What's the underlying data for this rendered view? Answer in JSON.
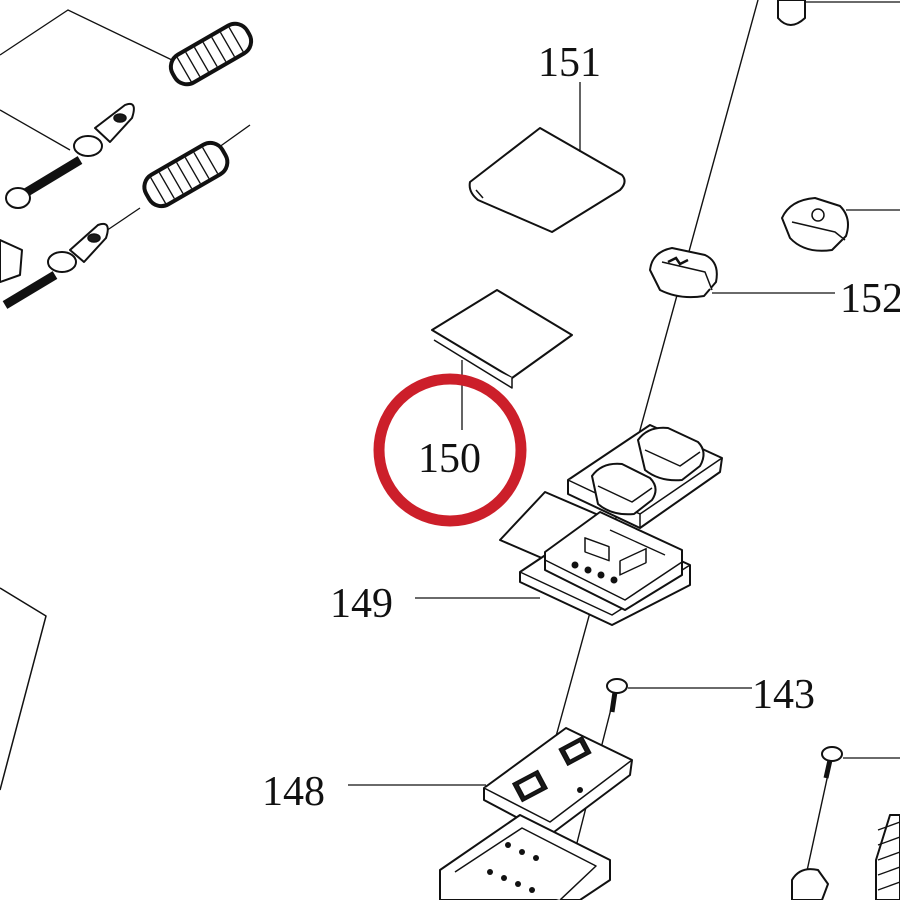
{
  "labels": {
    "p151": "151",
    "p152": "152",
    "p150": "150",
    "p149": "149",
    "p143": "143",
    "p148": "148"
  },
  "highlight": {
    "target_label": "150",
    "color": "#cc1f2a"
  },
  "colors": {
    "line": "#111111",
    "background": "#ffffff"
  }
}
